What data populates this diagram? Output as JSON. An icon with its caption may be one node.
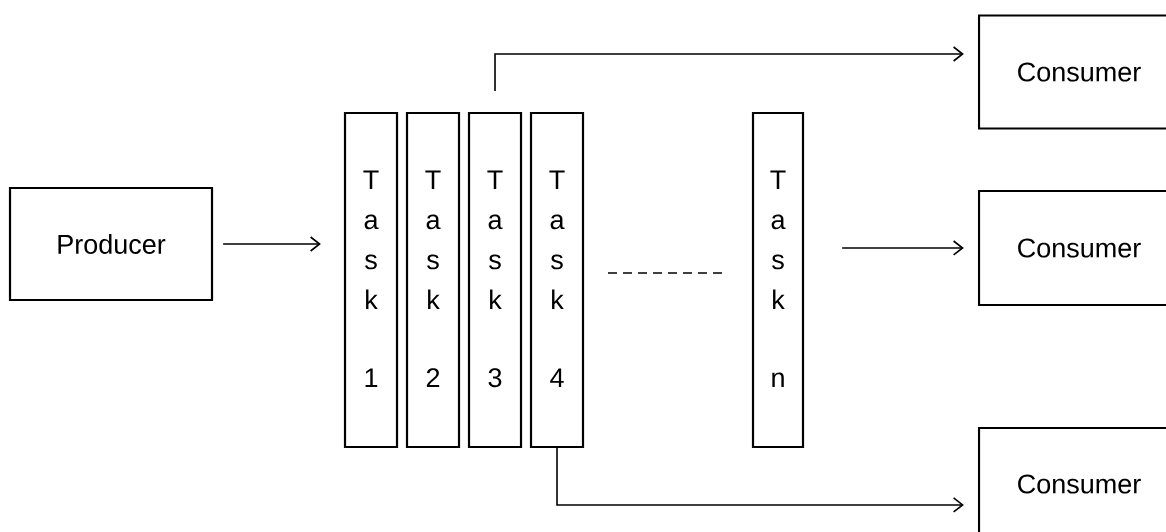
{
  "diagram": {
    "nodes": [
      {
        "text": [
          "Producer"
        ]
      },
      {
        "text": [
          "Task 1"
        ]
      },
      {
        "text": [
          "Task 2"
        ]
      },
      {
        "text": [
          "Task 3"
        ]
      },
      {
        "text": [
          "Task 4"
        ]
      },
      {
        "text": [
          "Task n"
        ]
      },
      {
        "text": [
          "Consumer"
        ]
      },
      {
        "text": [
          "Consumer"
        ]
      },
      {
        "text": [
          "Consumer"
        ]
      }
    ],
    "edges": [
      {
        "from": 0,
        "to": 1,
        "arrow": "to"
      },
      {
        "from": 3,
        "to": 6,
        "arrow": "to"
      },
      {
        "from": 5,
        "to": 7,
        "arrow": "to"
      },
      {
        "from": 4,
        "to": 8,
        "arrow": "to"
      }
    ]
  }
}
